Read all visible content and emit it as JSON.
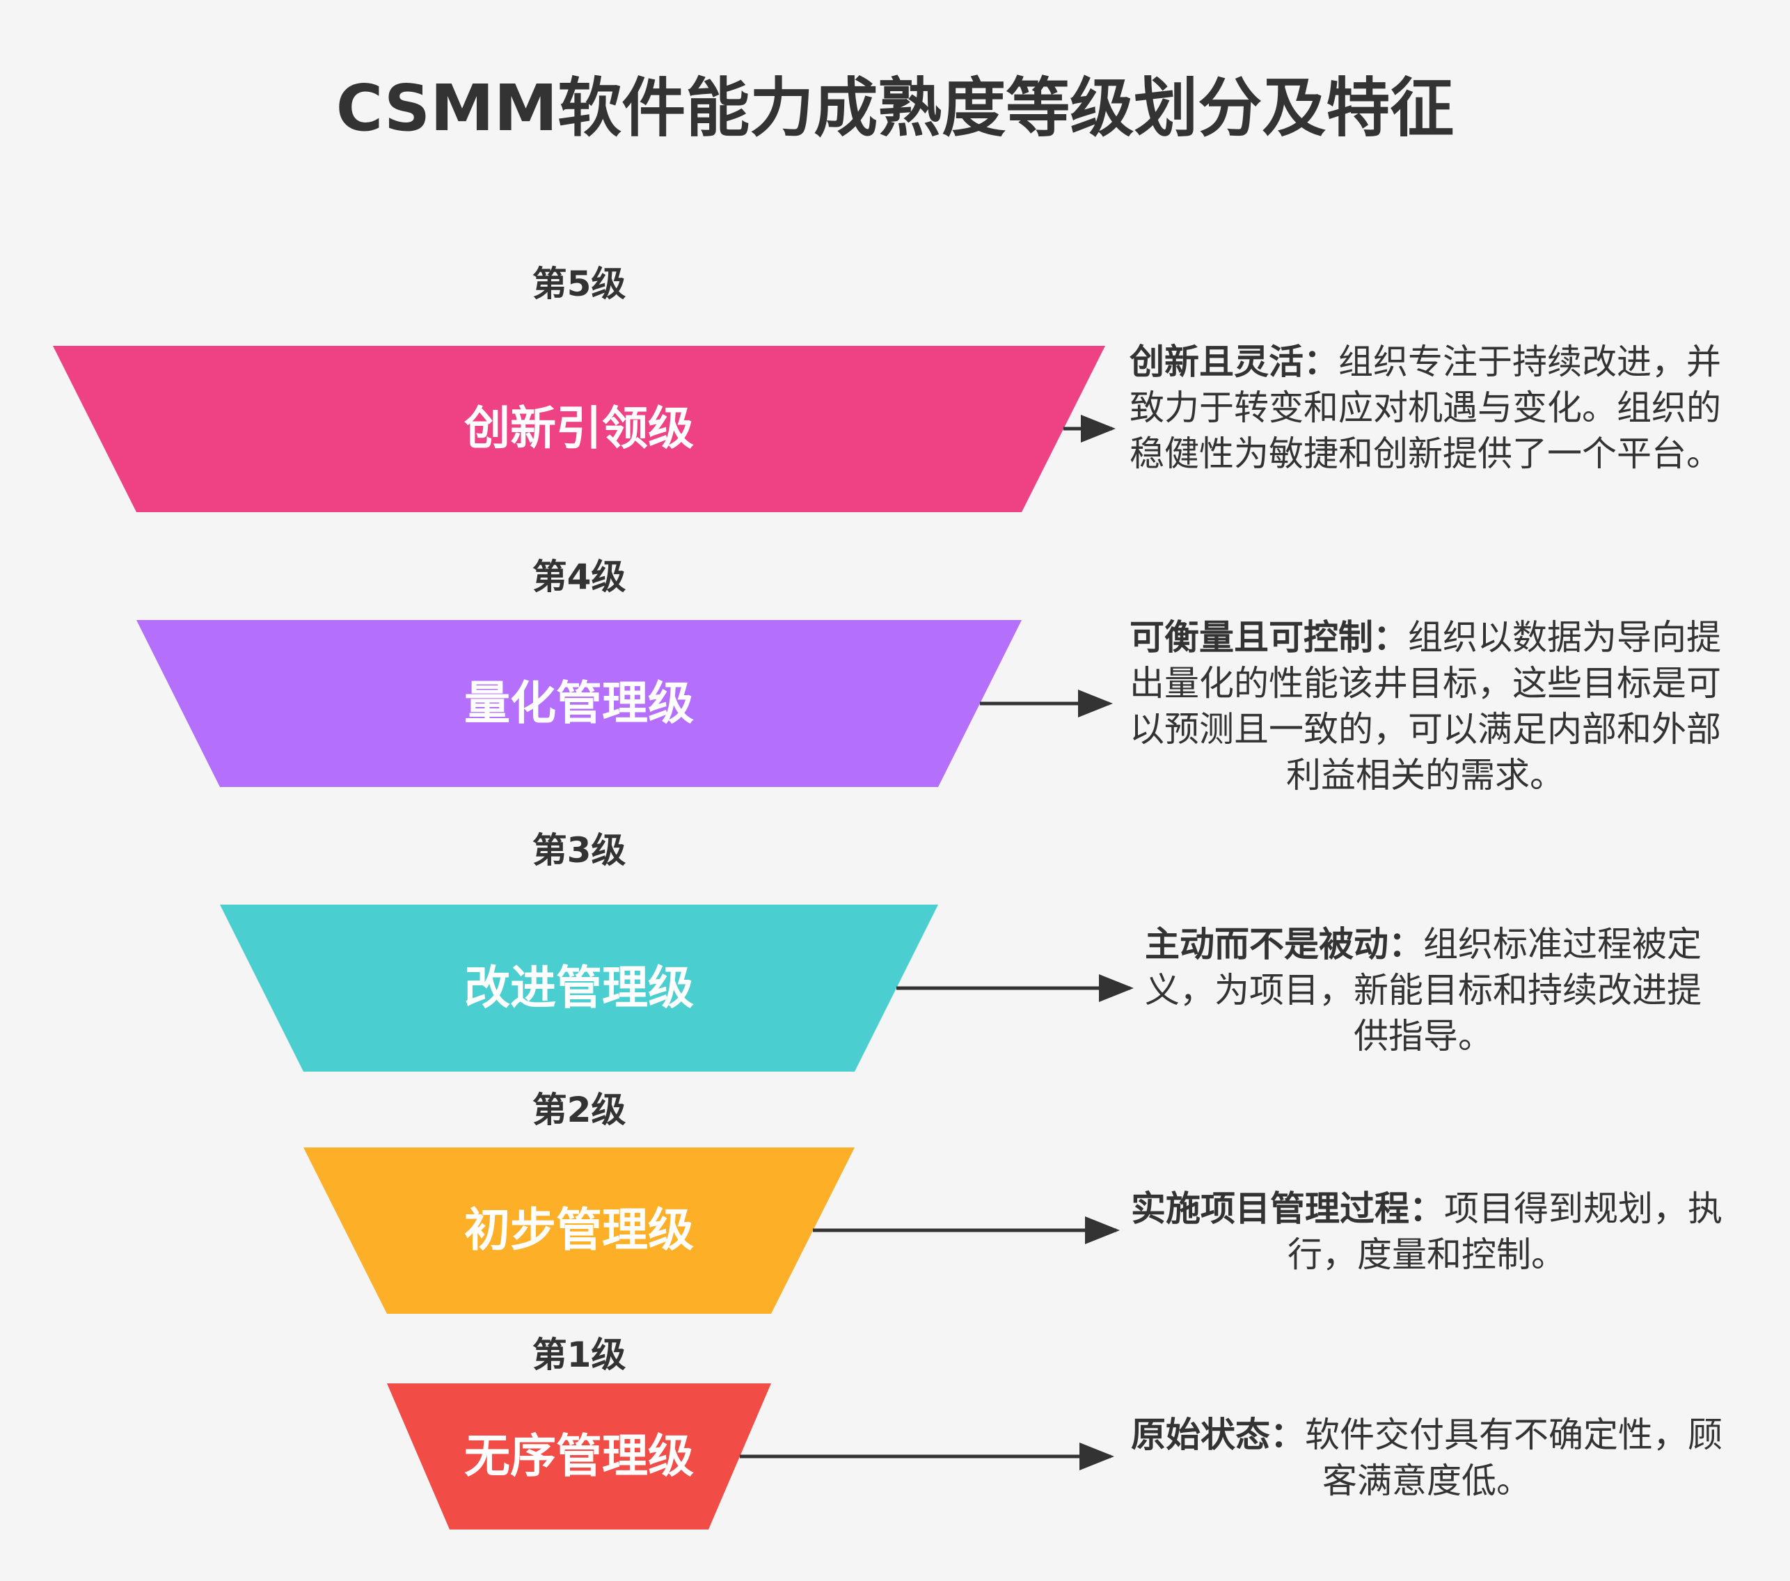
{
  "title": "CSMM软件能力成熟度等级划分及特征",
  "colors": {
    "background": "#f5f5f5",
    "text": "#333333",
    "arrow": "#333333",
    "stage_text": "#ffffff"
  },
  "levels": [
    {
      "level_label": "第5级",
      "name": "创新引领级",
      "color": "#ef4285",
      "desc_head": "创新且灵活：",
      "desc_body": "组织专注于持续改进，并致力于转变和应对机遇与变化。组织的稳健性为敏捷和创新提供了一个平台。"
    },
    {
      "level_label": "第4级",
      "name": "量化管理级",
      "color": "#b56ffd",
      "desc_head": "可衡量且可控制：",
      "desc_body": "组织以数据为导向提出量化的性能该井目标，这些目标是可以预测且一致的，可以满足内部和外部利益相关的需求。"
    },
    {
      "level_label": "第3级",
      "name": "改进管理级",
      "color": "#4bced0",
      "desc_head": "主动而不是被动：",
      "desc_body": "组织标准过程被定义，为项目，新能目标和持续改进提供指导。"
    },
    {
      "level_label": "第2级",
      "name": "初步管理级",
      "color": "#fdb027",
      "desc_head": "实施项目管理过程：",
      "desc_body": "项目得到规划，执行，度量和控制。"
    },
    {
      "level_label": "第1级",
      "name": "无序管理级",
      "color": "#f24c47",
      "desc_head": "原始状态：",
      "desc_body": "软件交付具有不确定性，顾客满意度低。"
    }
  ]
}
